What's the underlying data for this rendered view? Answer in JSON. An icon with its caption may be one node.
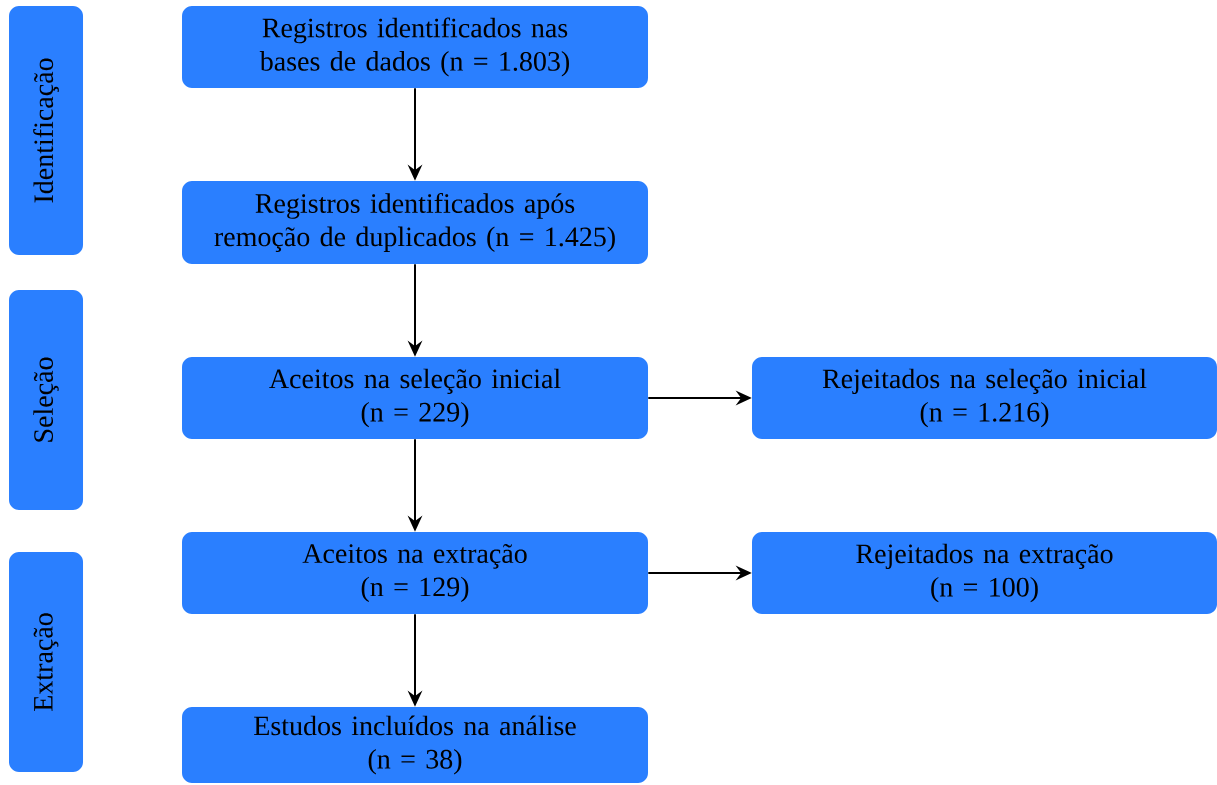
{
  "diagram": {
    "nodes": [
      {
        "text": [
          "Identificação"
        ]
      },
      {
        "text": [
          "Seleção"
        ]
      },
      {
        "text": [
          "Extração"
        ]
      },
      {
        "text": [
          "Registros identificados nas bases de dados (n = 1.803)"
        ]
      },
      {
        "text": [
          "Registros identificados após remoção de duplicados (n = 1.425)"
        ]
      },
      {
        "text": [
          "Aceitos na seleção inicial",
          "(n = 229)"
        ]
      },
      {
        "text": [
          "Rejeitados na seleção inicial",
          "(n = 1.216)"
        ]
      },
      {
        "text": [
          "Aceitos na extração",
          "(n = 129)"
        ]
      },
      {
        "text": [
          "Rejeitados na extração",
          "(n = 100)"
        ]
      },
      {
        "text": [
          "Estudos incluídos na análise",
          "(n = 38)"
        ]
      }
    ],
    "edges": [
      {
        "from": 3,
        "to": 4,
        "arrow": "to"
      },
      {
        "from": 4,
        "to": 5,
        "arrow": "to"
      },
      {
        "from": 5,
        "to": 6,
        "arrow": "to"
      },
      {
        "from": 5,
        "to": 7,
        "arrow": "to"
      },
      {
        "from": 7,
        "to": 8,
        "arrow": "to"
      },
      {
        "from": 7,
        "to": 9,
        "arrow": "to"
      }
    ]
  }
}
